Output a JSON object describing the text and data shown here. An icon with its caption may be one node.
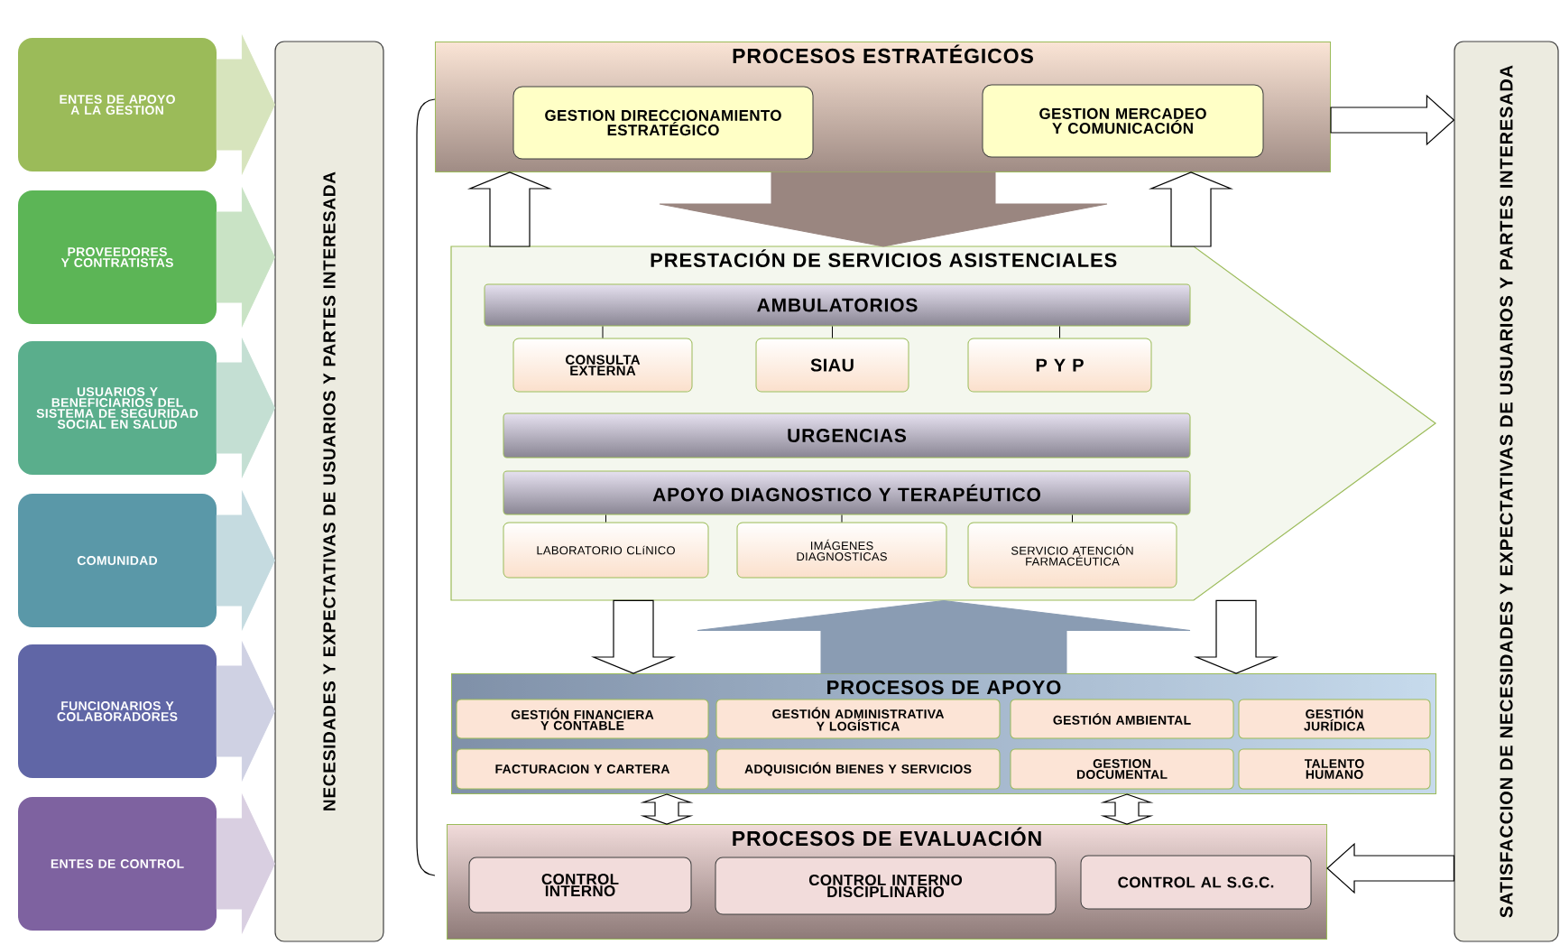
{
  "diagram": {
    "nodes": [
      {
        "text": [
          "ENTES DE APOYO A LA GESTION"
        ]
      },
      {
        "text": [
          "PROVEEDORES Y CONTRATISTAS"
        ]
      },
      {
        "text": [
          "USUARIOS Y BENEFICIARIOS DEL SISTEMA DE SEGURIDAD SOCIAL EN SALUD"
        ]
      },
      {
        "text": [
          "COMUNIDAD"
        ]
      },
      {
        "text": [
          "FUNCIONARIOS Y COLABORADORES"
        ]
      },
      {
        "text": [
          "ENTES DE CONTROL"
        ]
      },
      {
        "text": [
          "NECESIDADES Y EXPECTATIVAS DE USUARIOS Y PARTES INTERESADA"
        ]
      },
      {
        "text": [
          "PROCESOS ESTRATÉGICOS"
        ]
      },
      {
        "text": [
          "GESTION DIRECCIONAMIENTO ESTRATÉGICO"
        ],
        "in": 7
      },
      {
        "text": [
          "GESTION MERCADEO Y COMUNICACIÓN"
        ],
        "in": 7
      },
      {
        "text": [
          "PRESTACIÓN DE SERVICIOS ASISTENCIALES"
        ]
      },
      {
        "text": [
          "AMBULATORIOS"
        ],
        "in": 10
      },
      {
        "text": [
          "CONSULTA EXTERNA"
        ],
        "in": 10
      },
      {
        "text": [
          "SIAU"
        ],
        "in": 10
      },
      {
        "text": [
          "P Y P"
        ],
        "in": 10
      },
      {
        "text": [
          "URGENCIAS"
        ],
        "in": 10
      },
      {
        "text": [
          "APOYO DIAGNOSTICO Y TERAPÉUTICO"
        ],
        "in": 10
      },
      {
        "text": [
          "LABORATORIO CLíNICO"
        ],
        "in": 10
      },
      {
        "text": [
          "IMÁGENES DIAGNOSTICAS"
        ],
        "in": 10
      },
      {
        "text": [
          "SERVICIO ATENCIÓN FARMACÉUTICA"
        ],
        "in": 10
      },
      {
        "text": [
          "PROCESOS DE APOYO"
        ]
      },
      {
        "text": [
          "GESTIÓN FINANCIERA Y CONTABLE"
        ],
        "in": 20
      },
      {
        "text": [
          "GESTIÓN ADMINISTRATIVA Y LOGÍSTICA"
        ],
        "in": 20
      },
      {
        "text": [
          "GESTIÓN AMBIENTAL"
        ],
        "in": 20
      },
      {
        "text": [
          "GESTIÓN JURÍDICA"
        ],
        "in": 20
      },
      {
        "text": [
          "FACTURACION Y CARTERA"
        ],
        "in": 20
      },
      {
        "text": [
          "ADQUISICIÓN BIENES Y SERVICIOS"
        ],
        "in": 20
      },
      {
        "text": [
          "GESTION DOCUMENTAL"
        ],
        "in": 20
      },
      {
        "text": [
          "TALENTO HUMANO"
        ],
        "in": 20
      },
      {
        "text": [
          "PROCESOS DE EVALUACIÓN"
        ]
      },
      {
        "text": [
          "CONTROL INTERNO"
        ],
        "in": 29
      },
      {
        "text": [
          "CONTROL INTERNO DISCIPLINARIO"
        ],
        "in": 29
      },
      {
        "text": [
          "CONTROL AL S.G.C."
        ],
        "in": 29
      },
      {
        "text": [
          "SATISFACCION DE NECESIDADES Y EXPECTATIVAS DE USUARIOS Y PARTES INTERESADA"
        ]
      }
    ],
    "edges": [
      {
        "from": 0,
        "to": 6,
        "arrow": "to",
        "style": "thick",
        "color": "#d7e4bd"
      },
      {
        "from": 1,
        "to": 6,
        "arrow": "to",
        "style": "thick",
        "color": "#c9e3c5"
      },
      {
        "from": 2,
        "to": 6,
        "arrow": "to",
        "style": "thick",
        "color": "#c4dfd3"
      },
      {
        "from": 3,
        "to": 6,
        "arrow": "to",
        "style": "thick",
        "color": "#c5dbe0"
      },
      {
        "from": 4,
        "to": 6,
        "arrow": "to",
        "style": "thick",
        "color": "#cfd1e3"
      },
      {
        "from": 5,
        "to": 6,
        "arrow": "to",
        "style": "thick",
        "color": "#d9cfe1"
      },
      {
        "from": 11,
        "to": 12,
        "arrow": "none"
      },
      {
        "from": 11,
        "to": 13,
        "arrow": "none"
      },
      {
        "from": 11,
        "to": 14,
        "arrow": "none"
      },
      {
        "from": 16,
        "to": 17,
        "arrow": "none"
      },
      {
        "from": 16,
        "to": 18,
        "arrow": "none"
      },
      {
        "from": 16,
        "to": 19,
        "arrow": "none"
      },
      {
        "from": 7,
        "to": 10,
        "arrow": "to",
        "style": "thick",
        "color": "#9a8680"
      },
      {
        "from": 10,
        "to": 7,
        "arrow": "to"
      },
      {
        "from": 10,
        "to": 7,
        "arrow": "to"
      },
      {
        "from": 10,
        "to": 20,
        "arrow": "to"
      },
      {
        "from": 10,
        "to": 20,
        "arrow": "to"
      },
      {
        "from": 20,
        "to": 10,
        "arrow": "to",
        "style": "thick",
        "color": "#8a9cb3"
      },
      {
        "from": 20,
        "to": 29,
        "arrow": "both"
      },
      {
        "from": 20,
        "to": 29,
        "arrow": "both"
      },
      {
        "from": 7,
        "to": 33,
        "arrow": "to"
      },
      {
        "from": 33,
        "to": 29,
        "arrow": "to"
      }
    ]
  }
}
